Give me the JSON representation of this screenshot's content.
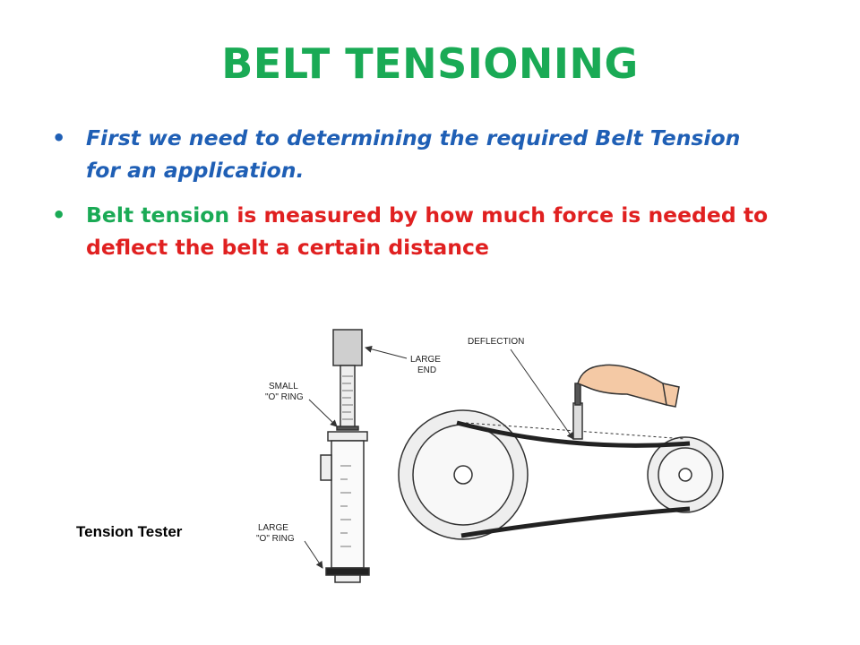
{
  "slide": {
    "title": "BELT TENSIONING",
    "bullet1": "First we need to determining the required Belt Tension for an application.",
    "bullet2_part1": "Belt tension",
    "bullet2_part2": " is measured by how much force is needed to deflect the belt a certain distance",
    "bullet_glyph": "•",
    "caption": "Tension Tester"
  },
  "labels": {
    "small_o_ring_1": "SMALL",
    "small_o_ring_2": "\"O\" RING",
    "large_end_1": "LARGE",
    "large_end_2": "END",
    "large_o_ring_1": "LARGE",
    "large_o_ring_2": "\"O\" RING",
    "deflection": "DEFLECTION"
  },
  "colors": {
    "title": "#1aaa55",
    "bullet1": "#1f5fb5",
    "green": "#1aaa55",
    "red": "#e02020"
  }
}
